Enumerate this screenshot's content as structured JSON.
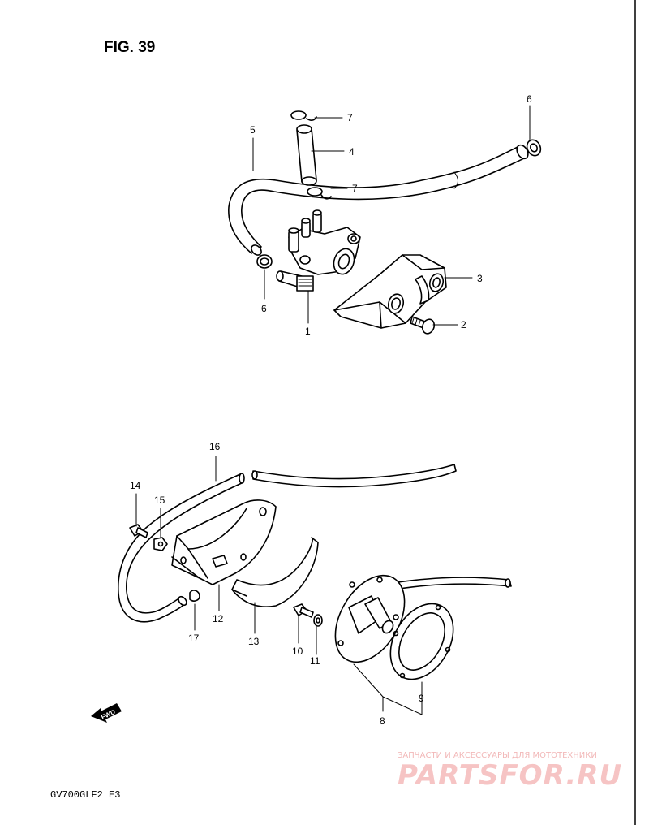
{
  "figure": {
    "title": "FIG. 39",
    "model_code": "GV700GLF2  E3"
  },
  "callouts": [
    "1",
    "2",
    "3",
    "4",
    "5",
    "6",
    "6",
    "7",
    "7",
    "8",
    "9",
    "10",
    "11",
    "12",
    "13",
    "14",
    "15",
    "16",
    "17"
  ],
  "fwd_label": "FWD",
  "watermark": {
    "tagline": "ЗАПЧАСТИ И АКСЕССУАРЫ ДЛЯ МОТОТЕХНИКИ",
    "logo": "PARTSFOR.RU"
  },
  "colors": {
    "ink": "#000000",
    "watermark": "#f4bcbc"
  }
}
